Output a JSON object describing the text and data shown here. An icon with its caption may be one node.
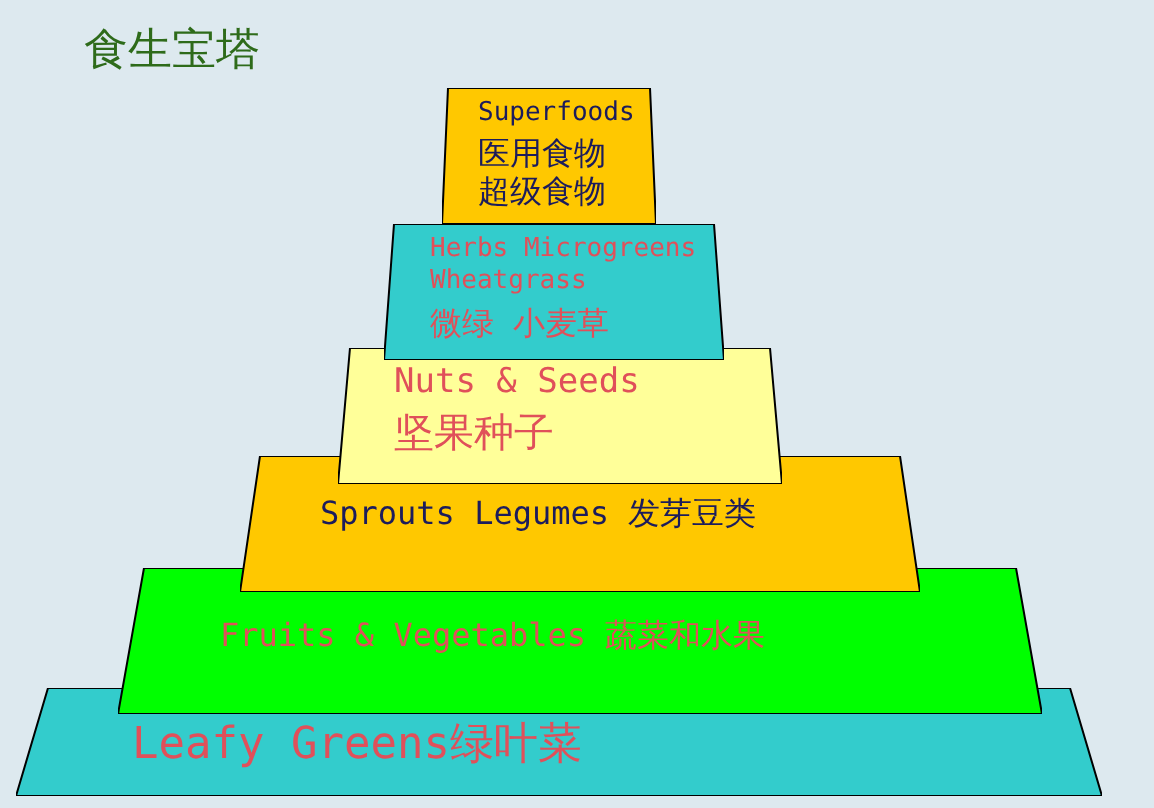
{
  "diagram": {
    "title": "食生宝塔",
    "nodes": [
      {
        "text": [
          "Superfoods",
          "医用食物",
          "超级食物"
        ]
      },
      {
        "text": [
          "Herbs Microgreens Wheatgrass",
          "微绿 小麦草"
        ]
      },
      {
        "text": [
          "Nuts & Seeds",
          "坚果种子"
        ]
      },
      {
        "text": [
          "Sprouts Legumes 发芽豆类"
        ]
      },
      {
        "text": [
          "Fruits & Vegetables 蔬菜和水果"
        ]
      },
      {
        "text": [
          "Leafy Greens绿叶菜"
        ]
      }
    ],
    "edges": []
  }
}
